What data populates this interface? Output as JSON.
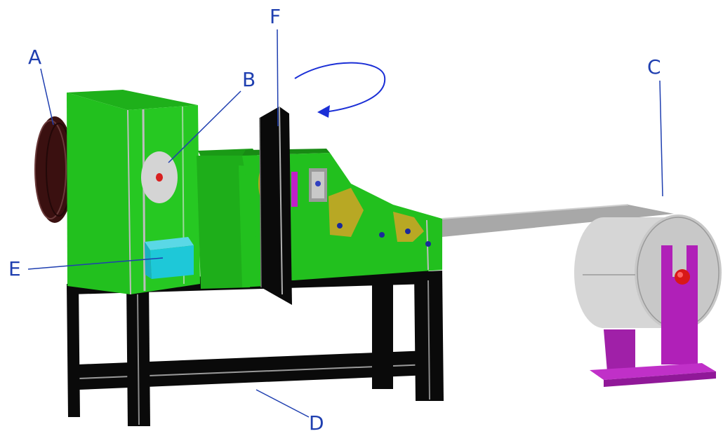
{
  "diagram": {
    "labels": {
      "a": "A",
      "b": "B",
      "c": "C",
      "d": "D",
      "e": "E",
      "f": "F"
    },
    "colors": {
      "body_green": "#22c01e",
      "body_green_dark": "#1a9a16",
      "frame_black": "#0a0a0a",
      "label_blue": "#1f3fb0",
      "arrow_blue": "#1b2fd6",
      "roller_gray": "#c8c8c8",
      "support_magenta": "#b020b8",
      "pulley_brown": "#3a1010",
      "box_cyan": "#1ec8d8",
      "disc_yellow": "#d8d020",
      "plate_olive": "#b8a824",
      "knob_red": "#d81818"
    },
    "icons": [
      "rotation-arrow-icon"
    ]
  }
}
